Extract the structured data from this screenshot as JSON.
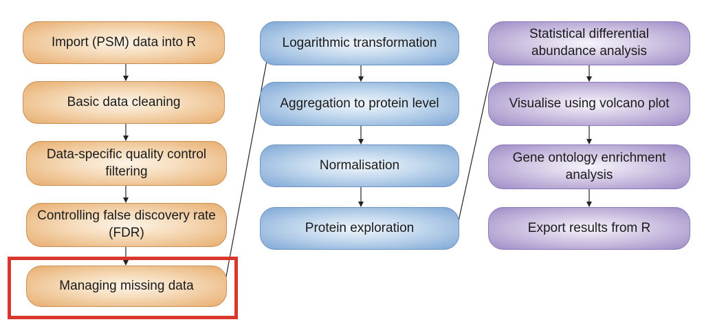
{
  "columns": [
    {
      "color": "#e8ad6e",
      "steps": [
        "Import (PSM) data into R",
        "Basic data cleaning",
        "Data-specific quality control filtering",
        "Controlling false discovery rate (FDR)",
        "Managing missing data"
      ]
    },
    {
      "color": "#7ea7d5",
      "steps": [
        "Logarithmic transformation",
        "Aggregation to protein level",
        "Normalisation",
        "Protein exploration"
      ]
    },
    {
      "color": "#9d8bc6",
      "steps": [
        "Statistical differential abundance analysis",
        "Visualise using volcano plot",
        "Gene ontology enrichment analysis",
        "Export results from R"
      ]
    }
  ],
  "highlighted_step": "Managing missing data",
  "highlight_color": "#d8382c"
}
